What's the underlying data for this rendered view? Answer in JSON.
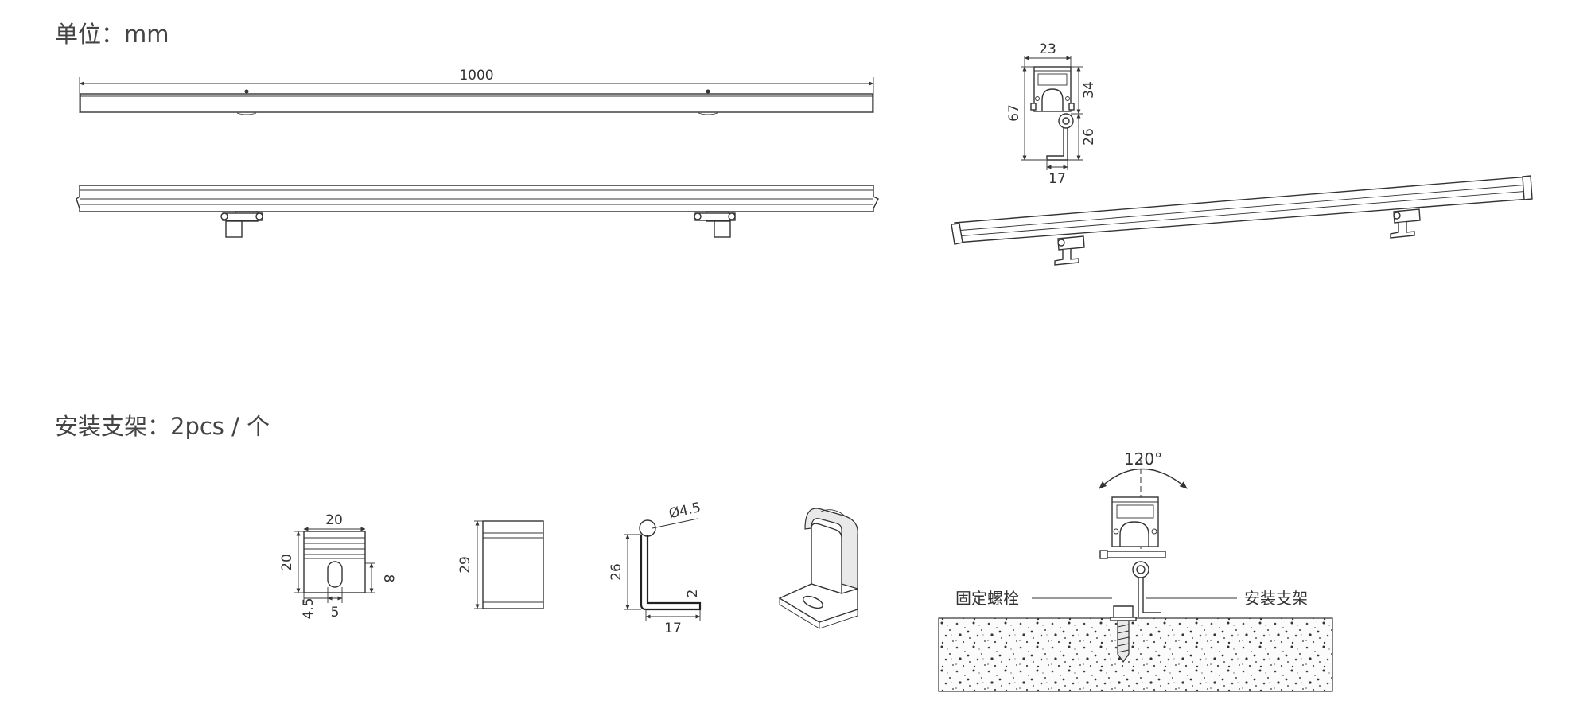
{
  "headings": {
    "unit": "单位：mm",
    "bracket": "安装支架：2pcs / 个"
  },
  "dims": {
    "length": "1000",
    "section_width": "23",
    "section_height": "67",
    "section_upper": "34",
    "section_lower": "26",
    "section_foot": "17",
    "b1_width": "20",
    "b1_height": "20",
    "b1_slot": "8",
    "b1_offset": "4.5",
    "b1_slot_w": "5",
    "b2_height": "29",
    "b3_hole": "Ø4.5",
    "b3_height": "26",
    "b3_foot": "17",
    "b3_thick": "2",
    "angle": "120°"
  },
  "labels": {
    "bolt": "固定螺栓",
    "bracket": "安装支架"
  }
}
